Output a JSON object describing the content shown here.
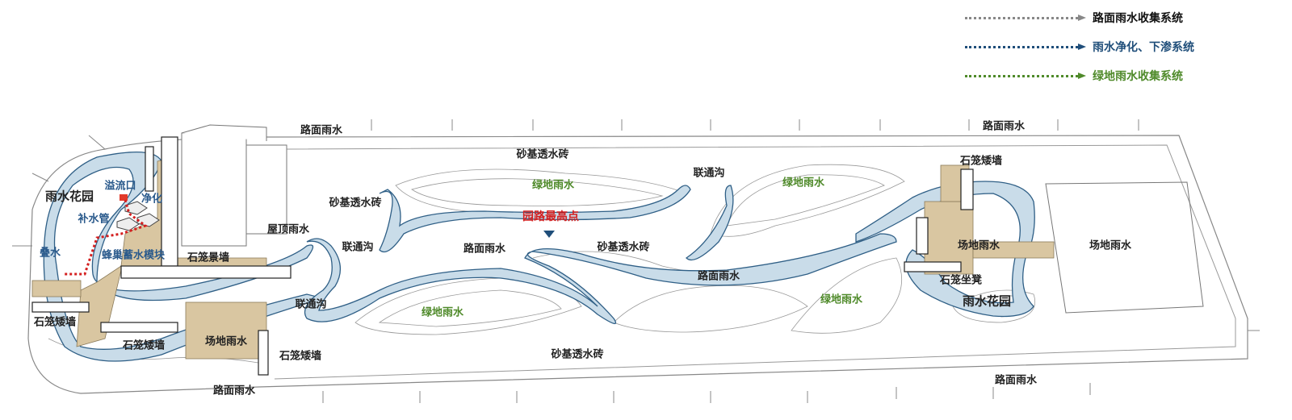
{
  "legend": [
    {
      "label": "路面雨水收集系统",
      "color": "#888888"
    },
    {
      "label": "雨水净化、下渗系统",
      "color": "#1f4e7a"
    },
    {
      "label": "绿地雨水收集系统",
      "color": "#4f8a2a"
    }
  ],
  "labels": {
    "road_rain_1": "路面雨水",
    "road_rain_2": "路面雨水",
    "road_rain_3": "路面雨水",
    "road_rain_4": "路面雨水",
    "road_rain_5": "路面雨水",
    "road_rain_6": "路面雨水",
    "sand_brick_1": "砂基透水砖",
    "sand_brick_2": "砂基透水砖",
    "sand_brick_3": "砂基透水砖",
    "sand_brick_4": "砂基透水砖",
    "channel_1": "联通沟",
    "channel_2": "联通沟",
    "channel_3": "联通沟",
    "green_rain_1": "绿地雨水",
    "green_rain_2": "绿地雨水",
    "green_rain_3": "绿地雨水",
    "green_rain_4": "绿地雨水",
    "highest_point": "园路最高点",
    "roof_rain": "屋顶雨水",
    "gabion_feature_wall": "石笼景墙",
    "rain_garden_1": "雨水花园",
    "rain_garden_2": "雨水花园",
    "overflow": "溢流口",
    "purify": "净化",
    "supply_pipe": "补水管",
    "cascade": "叠水",
    "honeycomb": "蜂巢蓄水模块",
    "gabion_low_wall_1": "石笼矮墙",
    "gabion_low_wall_2": "石笼矮墙",
    "gabion_low_wall_3": "石笼矮墙",
    "gabion_low_wall_4": "石笼矮墙",
    "site_rain_1": "场地雨水",
    "site_rain_2": "场地雨水",
    "site_rain_3": "场地雨水",
    "gabion_bench": "石笼坐凳"
  },
  "colors": {
    "water": "#c9dce9",
    "water_edge": "#2f5f86",
    "paving": "#d9c6a1",
    "line": "#777777"
  }
}
